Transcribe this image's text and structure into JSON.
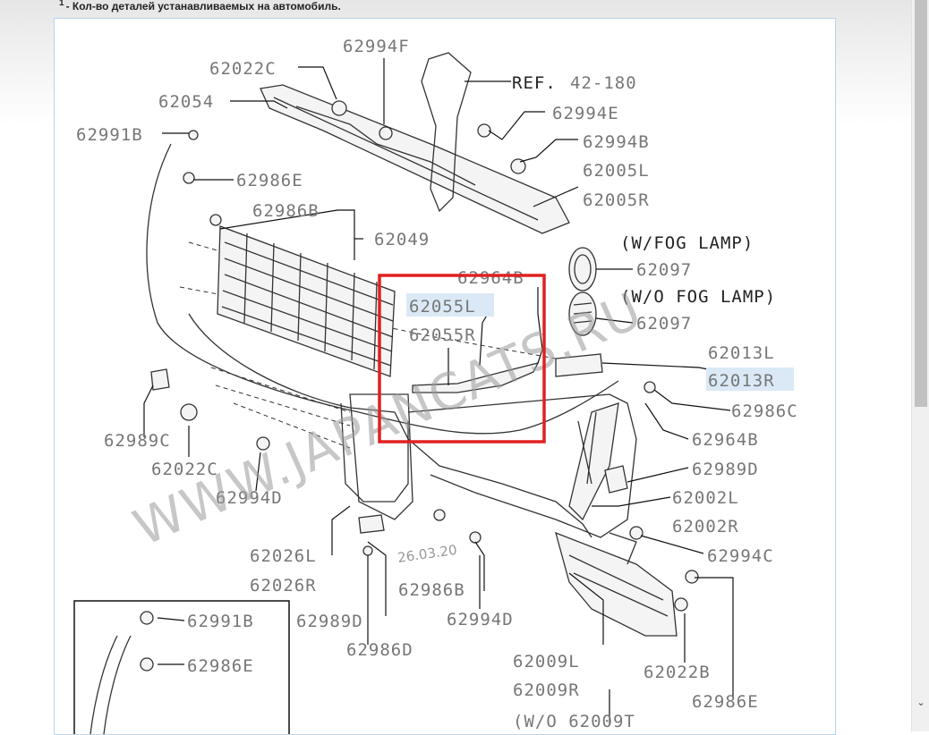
{
  "footnote": {
    "marker": "1",
    "text": "- Кол-во деталей устанавливаемых на автомобиль."
  },
  "diagram": {
    "ref_label": "REF.",
    "ref_number": "42-180",
    "fog_with": "(W/FOG LAMP)",
    "fog_without": "(W/O FOG LAMP)",
    "watermark": "WWW.JAPANCATS.RU",
    "date_stamp": "26.03.20",
    "cut_off_label": "(W/O 62009T",
    "highlight_color": "#e02020",
    "parts": {
      "p62994F": "62994F",
      "p62022C_top": "62022C",
      "p62054": "62054",
      "p62991B_top": "62991B",
      "p62986E_top": "62986E",
      "p62986B_top": "62986B",
      "p62049": "62049",
      "p62994E": "62994E",
      "p62994B": "62994B",
      "p62005L": "62005L",
      "p62005R": "62005R",
      "p62097_with": "62097",
      "p62097_without": "62097",
      "p62964B_top": "62964B",
      "p62055L": "62055L",
      "p62055R": "62055R",
      "p62013L": "62013L",
      "p62013R": "62013R",
      "p62986C": "62986C",
      "p62964B_right": "62964B",
      "p62989C": "62989C",
      "p62022C_left": "62022C",
      "p62994D_left": "62994D",
      "p62989D_right": "62989D",
      "p62002L": "62002L",
      "p62002R": "62002R",
      "p62994C": "62994C",
      "p62026L": "62026L",
      "p62026R": "62026R",
      "p62986B_bottom": "62986B",
      "p62989D_bottom": "62989D",
      "p62994D_bottom": "62994D",
      "p62986D": "62986D",
      "p62009L": "62009L",
      "p62009R": "62009R",
      "p62022B": "62022B",
      "p62986E_right": "62986E",
      "inset_62991B": "62991B",
      "inset_62986E": "62986E"
    }
  }
}
